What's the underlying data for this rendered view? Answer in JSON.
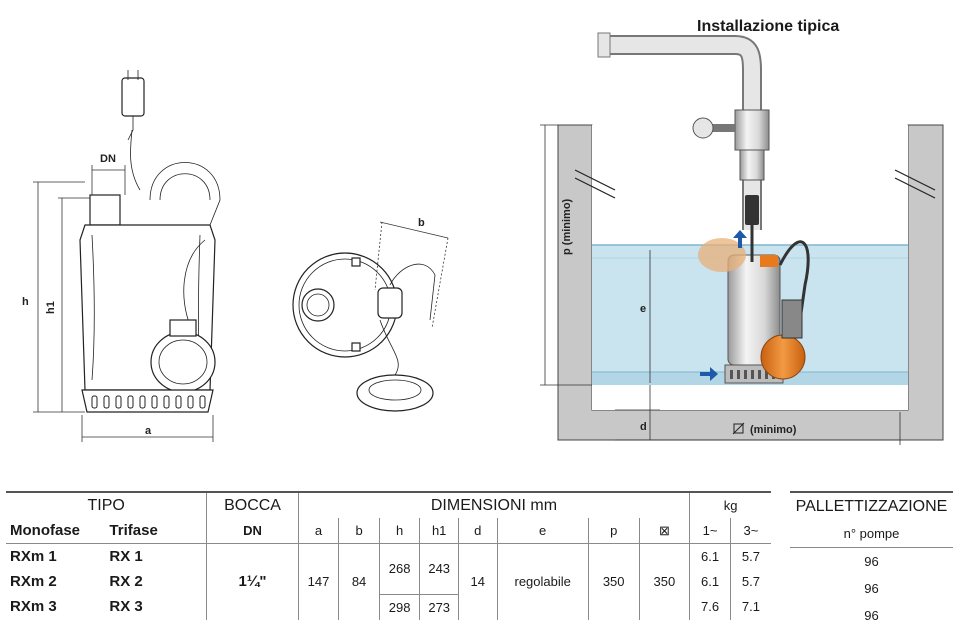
{
  "diagram": {
    "title": "Installazione tipica",
    "labels": {
      "dn": "DN",
      "h": "h",
      "h1": "h1",
      "a": "a",
      "b": "b",
      "p": "p  (minimo)",
      "e": "e",
      "d": "d",
      "diam": "(minimo)"
    }
  },
  "table": {
    "header": {
      "tipo": "TIPO",
      "bocca": "BOCCA",
      "dimensioni": "DIMENSIONI mm",
      "kg": "kg",
      "monofase": "Monofase",
      "trifase": "Trifase",
      "dn": "DN",
      "cols": [
        "a",
        "b",
        "h",
        "h1",
        "d",
        "e",
        "p",
        "⊠"
      ],
      "kg_cols": [
        "1~",
        "3~"
      ]
    },
    "rows": [
      {
        "monofase": "RXm 1",
        "trifase": "RX 1",
        "kg1": "6.1",
        "kg3": "5.7"
      },
      {
        "monofase": "RXm 2",
        "trifase": "RX 2",
        "kg1": "6.1",
        "kg3": "5.7"
      },
      {
        "monofase": "RXm 3",
        "trifase": "RX 3",
        "kg1": "7.6",
        "kg3": "7.1"
      }
    ],
    "shared": {
      "dn": "1¼\"",
      "a": "147",
      "b": "84",
      "h_12": "268",
      "h1_12": "243",
      "h_3": "298",
      "h1_3": "273",
      "d": "14",
      "e": "regolabile",
      "p": "350",
      "diam": "350"
    }
  },
  "pallet": {
    "title": "PALLETTIZZAZIONE",
    "subtitle": "n° pompe",
    "values": [
      "96",
      "96",
      "96"
    ]
  },
  "colors": {
    "water": "#c9e3ef",
    "water_line": "#7fb6cf",
    "wall": "#c8c8c8",
    "float_orange": "#e87a1e",
    "arrow_blue": "#1f5aa8"
  }
}
